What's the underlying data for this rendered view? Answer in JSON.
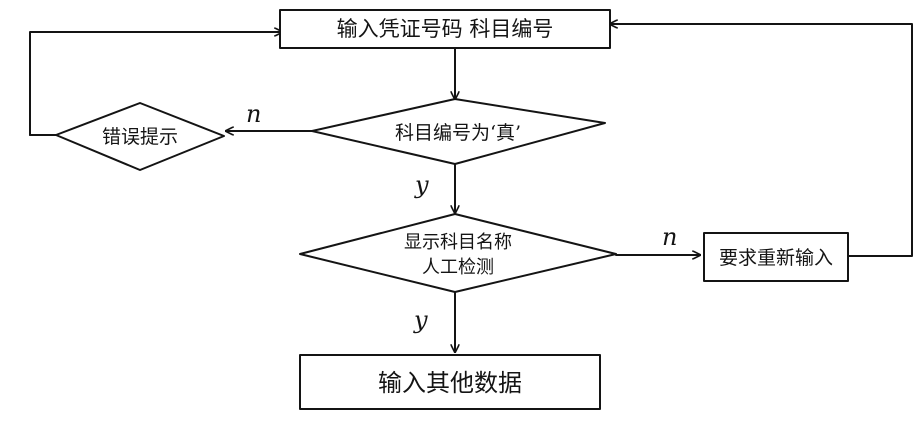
{
  "flowchart": {
    "nodes": {
      "input_voucher": "输入凭证号码 科目编号",
      "check_code": "科目编号为‘真’",
      "error_prompt": "错误提示",
      "show_check_line1": "显示科目名称",
      "show_check_line2": "人工检测",
      "reenter": "要求重新输入",
      "input_other": "输入其他数据"
    },
    "conditions": {
      "no_error": "n",
      "yes_show": "y",
      "no_reenter": "n",
      "yes_other": "y"
    }
  }
}
